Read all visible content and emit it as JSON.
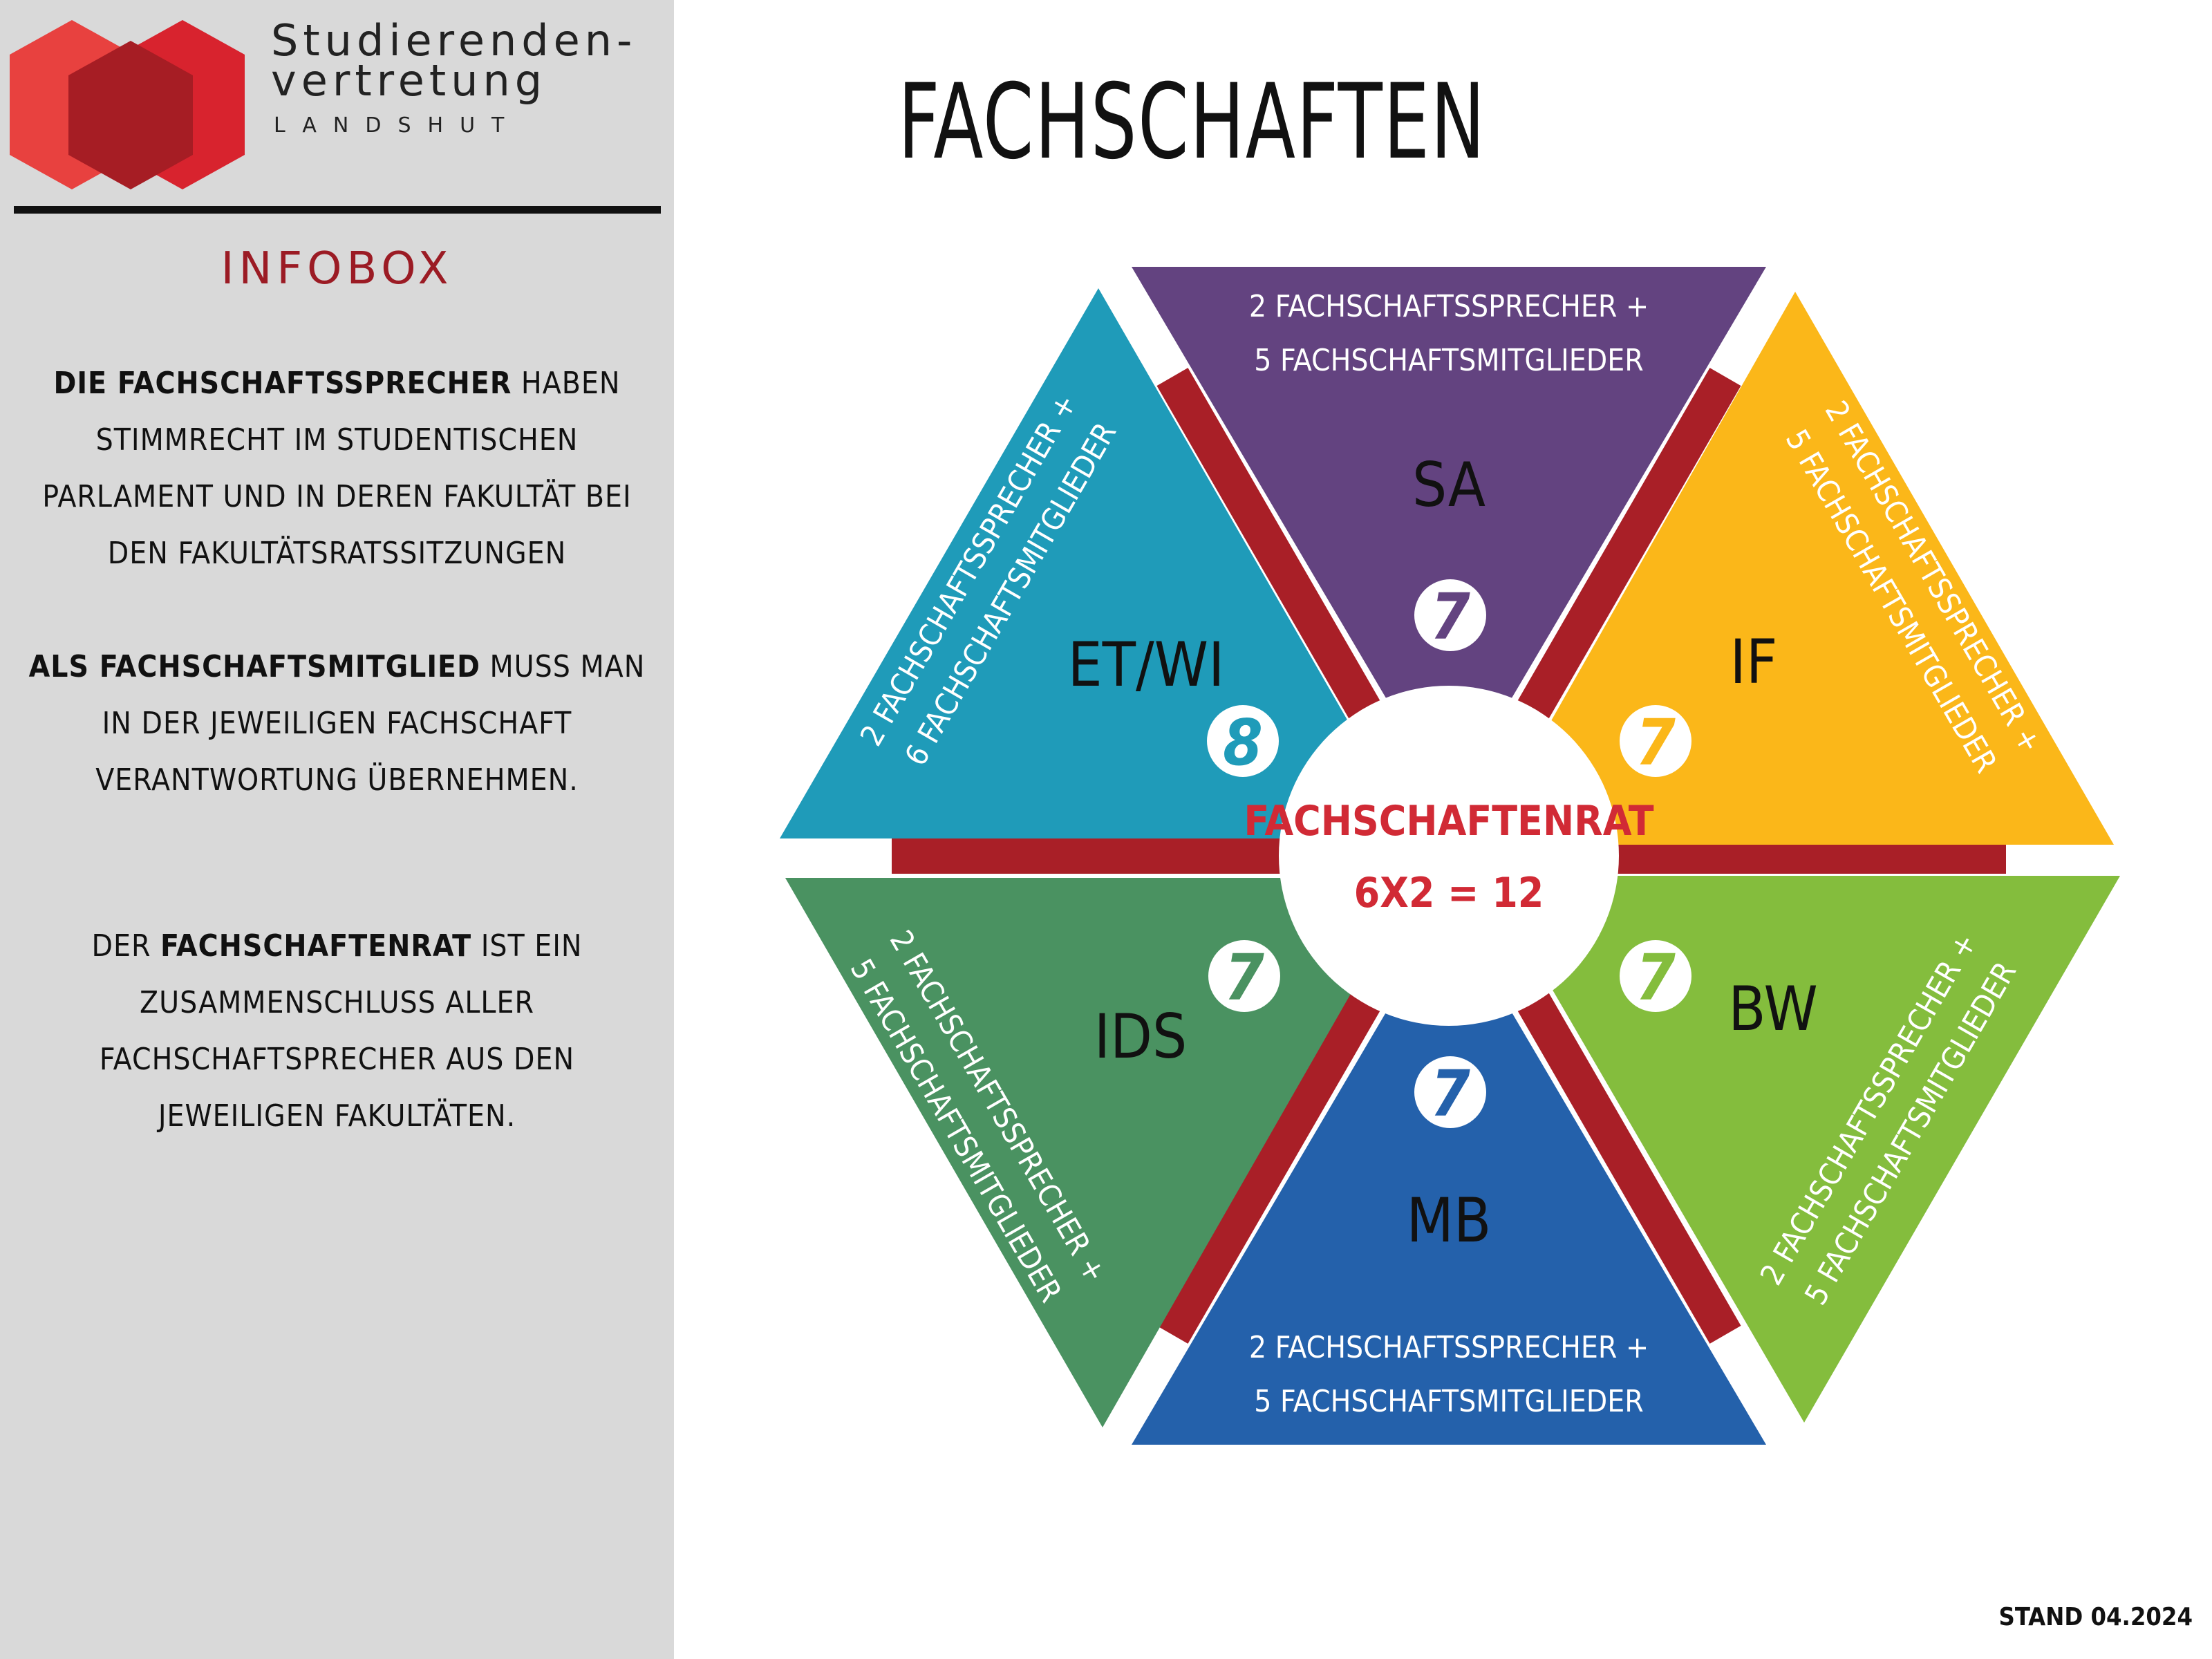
{
  "logo": {
    "line1": "Studierenden-",
    "line2": "vertretung",
    "line3": "LANDSHUT"
  },
  "infobox": {
    "title": "INFOBOX",
    "p1": {
      "bold": "DIE FACHSCHAFTSSPRECHER",
      "rest": " HABEN STIMMRECHT IM STUDENTISCHEN PARLAMENT UND IN DEREN FAKULTÄT BEI DEN FAKULTÄTSRATSSITZUNGEN"
    },
    "p2": {
      "bold": "ALS FACHSCHAFTSMITGLIED",
      "rest": " MUSS MAN IN DER JEWEILIGEN FACHSCHAFT VERANTWORTUNG ÜBERNEHMEN."
    },
    "p3": {
      "pre": "DER ",
      "bold": "FACHSCHAFTENRAT",
      "rest": " IST EIN ZUSAMMENSCHLUSS ALLER FACHSCHAFTSPRECHER AUS DEN JEWEILIGEN FAKULTÄTEN."
    }
  },
  "title": "FACHSCHAFTEN",
  "stand": "STAND 04.2024",
  "center": {
    "line1": "FACHSCHAFTENRAT",
    "line2": "6X2 = 12"
  },
  "colors": {
    "sa": "#634380",
    "if": "#fbb719",
    "bw": "#84bd3d",
    "mb": "#2461ab",
    "ids": "#4a9261",
    "etwi": "#1f9bb9",
    "spoke": "#a91f27",
    "center_text": "#d12a35"
  },
  "segments": [
    {
      "id": "sa",
      "label": "SA",
      "count": "7",
      "text1": "2  FACHSCHAFTSSPRECHER +",
      "text2": "5 FACHSCHAFTSMITGLIEDER"
    },
    {
      "id": "if",
      "label": "IF",
      "count": "7",
      "text1": "2  FACHSCHAFTSSPRECHER +",
      "text2": "5 FACHSCHAFTSMITGLIEDER"
    },
    {
      "id": "bw",
      "label": "BW",
      "count": "7",
      "text1": "2  FACHSCHAFTSSPRECHER +",
      "text2": "5 FACHSCHAFTSMITGLIEDER"
    },
    {
      "id": "mb",
      "label": "MB",
      "count": "7",
      "text1": "2  FACHSCHAFTSSPRECHER +",
      "text2": "5 FACHSCHAFTSMITGLIEDER"
    },
    {
      "id": "ids",
      "label": "IDS",
      "count": "7",
      "text1": "2  FACHSCHAFTSSPRECHER +",
      "text2": "5 FACHSCHAFTSMITGLIEDER"
    },
    {
      "id": "etwi",
      "label": "ET/WI",
      "count": "8",
      "text1": "2  FACHSCHAFTSSPRECHER +",
      "text2": "6 FACHSCHAFTSMITGLIEDER"
    }
  ]
}
